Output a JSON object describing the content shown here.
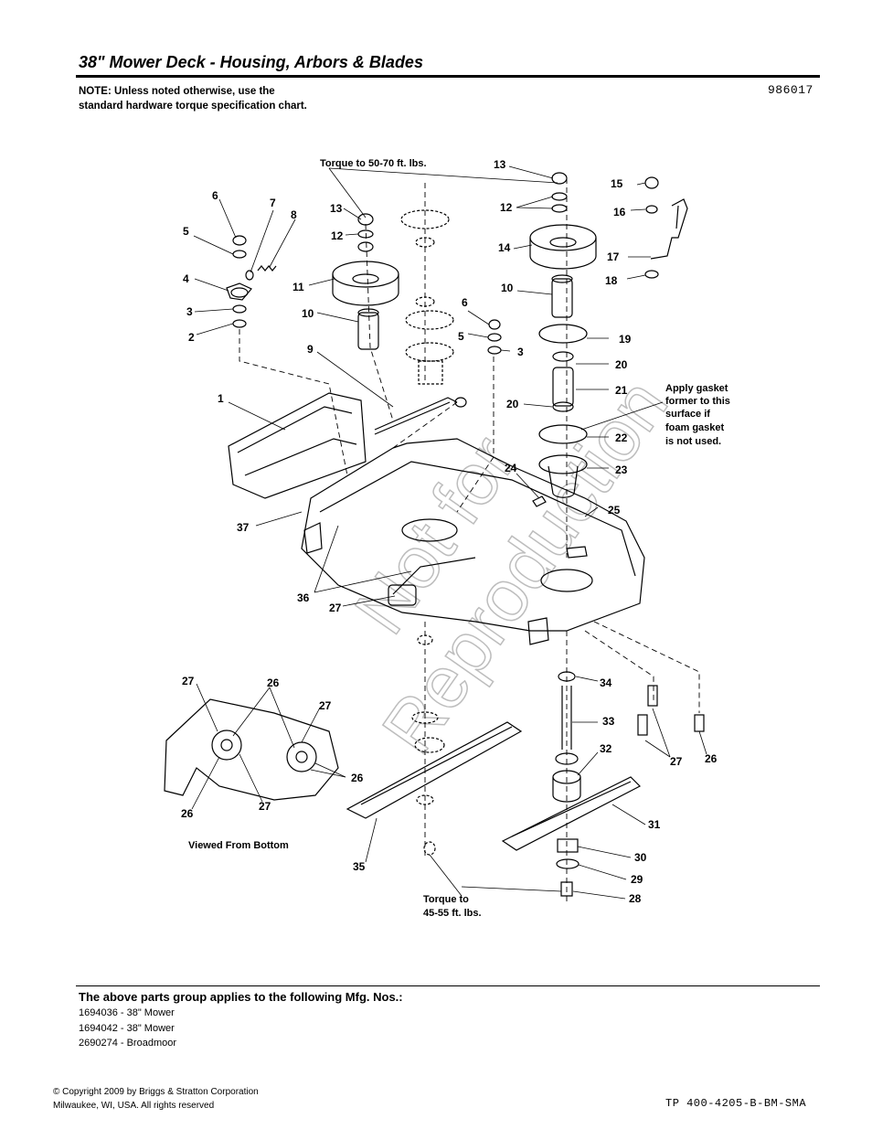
{
  "header": {
    "title": "38\" Mower Deck - Housing, Arbors & Blades",
    "note": "NOTE: Unless noted otherwise, use the standard hardware torque specification chart.",
    "doc_number": "986017"
  },
  "diagram": {
    "annotations": {
      "torque_top": "Torque to 50-70 ft. lbs.",
      "torque_bottom_1": "Torque to",
      "torque_bottom_2": "45-55 ft. lbs.",
      "gasket_1": "Apply gasket",
      "gasket_2": "former to this",
      "gasket_3": "surface if",
      "gasket_4": "foam gasket",
      "gasket_5": "is not used.",
      "viewed_from_bottom": "Viewed From Bottom"
    },
    "callouts": [
      "1",
      "2",
      "3",
      "4",
      "5",
      "6",
      "7",
      "8",
      "9",
      "10",
      "11",
      "12",
      "13",
      "14",
      "15",
      "16",
      "17",
      "18",
      "19",
      "20",
      "21",
      "22",
      "23",
      "24",
      "25",
      "26",
      "27",
      "28",
      "29",
      "30",
      "31",
      "32",
      "33",
      "34",
      "35",
      "36",
      "37"
    ],
    "watermark": [
      "Not for",
      "Reproduction"
    ]
  },
  "footer": {
    "applies_title": "The above parts group applies to the following Mfg. Nos.:",
    "mfg_numbers": [
      "1694036 - 38\" Mower",
      "1694042 - 38\" Mower",
      "2690274 - Broadmoor"
    ],
    "copyright_1": "© Copyright  2009 by Briggs & Stratton Corporation",
    "copyright_2": "Milwaukee, WI, USA. All rights reserved",
    "tp_number": "TP 400-4205-B-BM-SMA"
  }
}
